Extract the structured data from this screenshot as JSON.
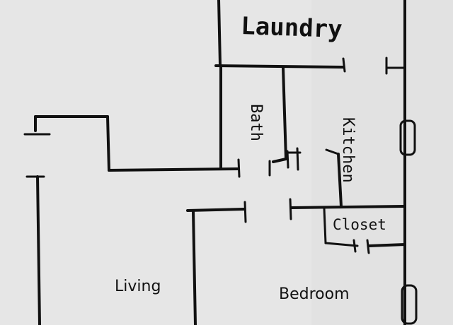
{
  "rooms": {
    "laundry": "Laundry",
    "bath": "Bath",
    "kitchen": "Kitchen",
    "closet": "Closet",
    "living": "Living",
    "bedroom": "Bedroom"
  },
  "colors": {
    "paper": "#e9e9e9",
    "ink": "#111111"
  }
}
